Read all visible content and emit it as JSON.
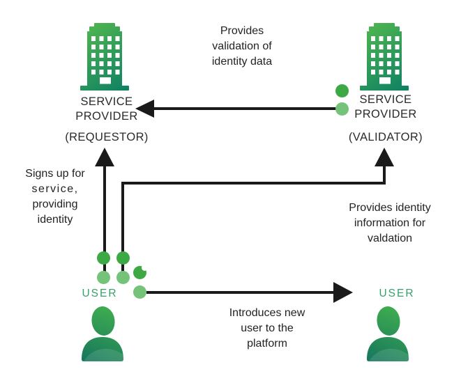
{
  "diagram": {
    "title": "identity validation platform flow"
  },
  "colors": {
    "arrow": "#1a1a1a",
    "text": "#222222",
    "user_label_green": "#35a06b",
    "dot_dark_green": "#3ca944",
    "dot_light_green": "#74c379",
    "building_gradient_start": "#55bb4d",
    "building_gradient_end": "#0d7f64",
    "person_gradient_start": "#42b04e",
    "person_gradient_end": "#17785d"
  },
  "nodes": {
    "requestor": {
      "title_lines": [
        "SERVICE",
        "PROVIDER"
      ],
      "subtitle": "(REQUESTOR)"
    },
    "validator": {
      "title_lines": [
        "SERVICE",
        "PROVIDER"
      ],
      "subtitle": "(VALIDATOR)"
    },
    "user_left": {
      "label": "USER"
    },
    "user_right": {
      "label": "USER"
    }
  },
  "annotations": {
    "provides_validation": {
      "lines": [
        "Provides",
        "validation of",
        "identity data"
      ]
    },
    "signs_up": {
      "lines": [
        "Signs up for",
        "service,",
        "providing",
        "identity"
      ]
    },
    "provides_identity": {
      "lines": [
        "Provides identity",
        "information for",
        "valdation"
      ]
    },
    "introduces": {
      "lines": [
        "Introduces new",
        "user to the",
        "platform"
      ]
    }
  }
}
